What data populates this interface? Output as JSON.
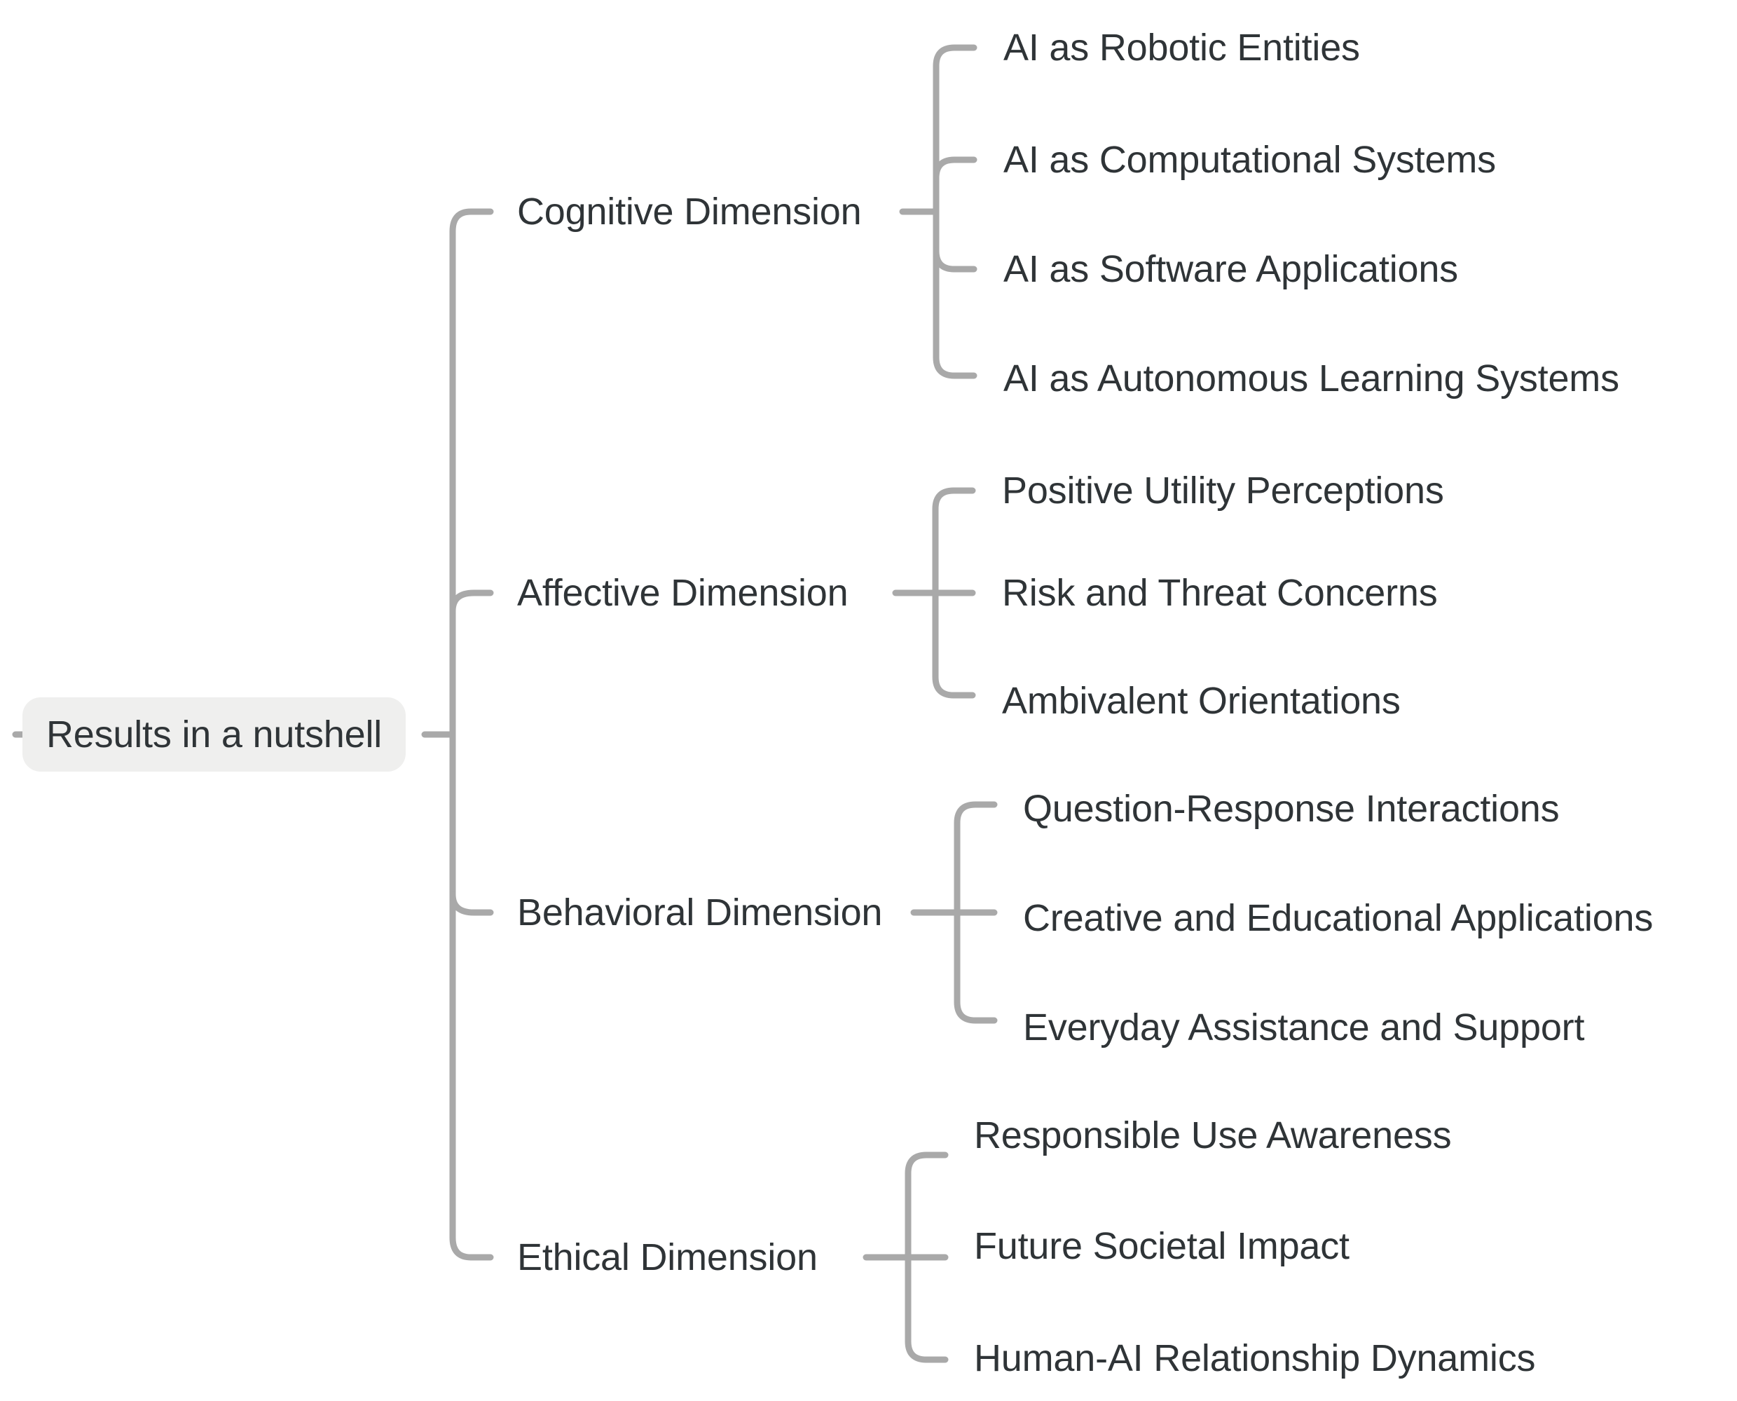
{
  "diagram": {
    "type": "mindmap",
    "title": "Results in a nutshell",
    "orientation": "left-to-right",
    "colors": {
      "text": "#2f3437",
      "connector": "#a9a9a9",
      "root_background": "#efefee",
      "canvas_background": "#ffffff"
    },
    "root": {
      "label": "Results in a nutshell"
    },
    "branches": [
      {
        "label": "Cognitive Dimension",
        "children": [
          {
            "label": "AI as Robotic Entities"
          },
          {
            "label": "AI as Computational Systems"
          },
          {
            "label": "AI as Software Applications"
          },
          {
            "label": "AI as Autonomous Learning Systems"
          }
        ]
      },
      {
        "label": "Affective Dimension",
        "children": [
          {
            "label": "Positive Utility Perceptions"
          },
          {
            "label": "Risk and Threat Concerns"
          },
          {
            "label": "Ambivalent Orientations"
          }
        ]
      },
      {
        "label": "Behavioral Dimension",
        "children": [
          {
            "label": "Question-Response Interactions"
          },
          {
            "label": "Creative and Educational Applications"
          },
          {
            "label": "Everyday Assistance and Support"
          }
        ]
      },
      {
        "label": "Ethical Dimension",
        "children": [
          {
            "label": "Responsible Use Awareness"
          },
          {
            "label": "Future Societal Impact"
          },
          {
            "label": "Human-AI Relationship Dynamics"
          }
        ]
      }
    ]
  }
}
